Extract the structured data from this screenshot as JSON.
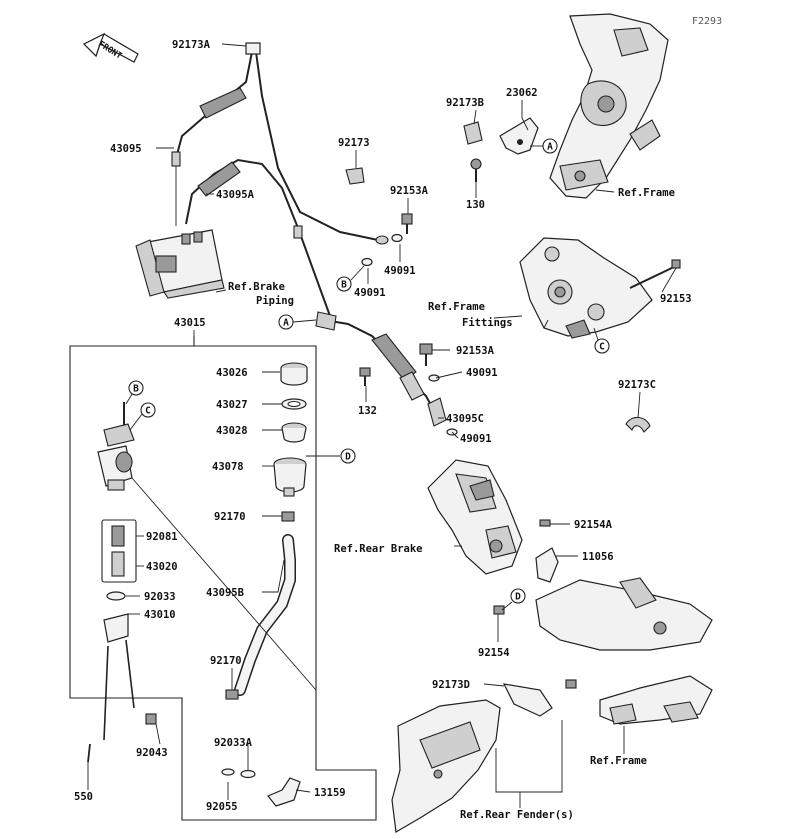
{
  "diagram_code": "F2293",
  "front_arrow_label": "FRONT",
  "labels": {
    "p92173A": "92173A",
    "p43095": "43095",
    "p43095A": "43095A",
    "p92173": "92173",
    "p92173B": "92173B",
    "p23062": "23062",
    "p130": "130",
    "p92153A_top": "92153A",
    "p49091_r": "49091",
    "p49091_l": "49091",
    "p92153": "92153",
    "p43015": "43015",
    "p92153A_mid": "92153A",
    "p49091_mid": "49091",
    "p132": "132",
    "p43095C": "43095C",
    "p49091_low": "49091",
    "p92173C": "92173C",
    "p43026": "43026",
    "p43027": "43027",
    "p43028": "43028",
    "p43078": "43078",
    "p92170_a": "92170",
    "p92081": "92081",
    "p43020": "43020",
    "p92033": "92033",
    "p43010": "43010",
    "p43095B": "43095B",
    "p92170_b": "92170",
    "p92043": "92043",
    "p92033A": "92033A",
    "p92055": "92055",
    "p13159": "13159",
    "p550": "550",
    "p92154A": "92154A",
    "p11056": "11056",
    "p92154": "92154",
    "p92173D": "92173D"
  },
  "refs": {
    "brake_piping_1": "Ref.Brake",
    "brake_piping_2": "Piping",
    "frame_top": "Ref.Frame",
    "frame_fittings_1": "Ref.Frame",
    "frame_fittings_2": "Fittings",
    "rear_brake": "Ref.Rear Brake",
    "frame_bottom": "Ref.Frame",
    "rear_fender": "Ref.Rear Fender(s)"
  },
  "callouts": {
    "a_top": "A",
    "a_mid": "A",
    "b_top": "B",
    "b_left": "B",
    "c_left": "C",
    "c_right": "C",
    "d_mid": "D",
    "d_low": "D"
  }
}
